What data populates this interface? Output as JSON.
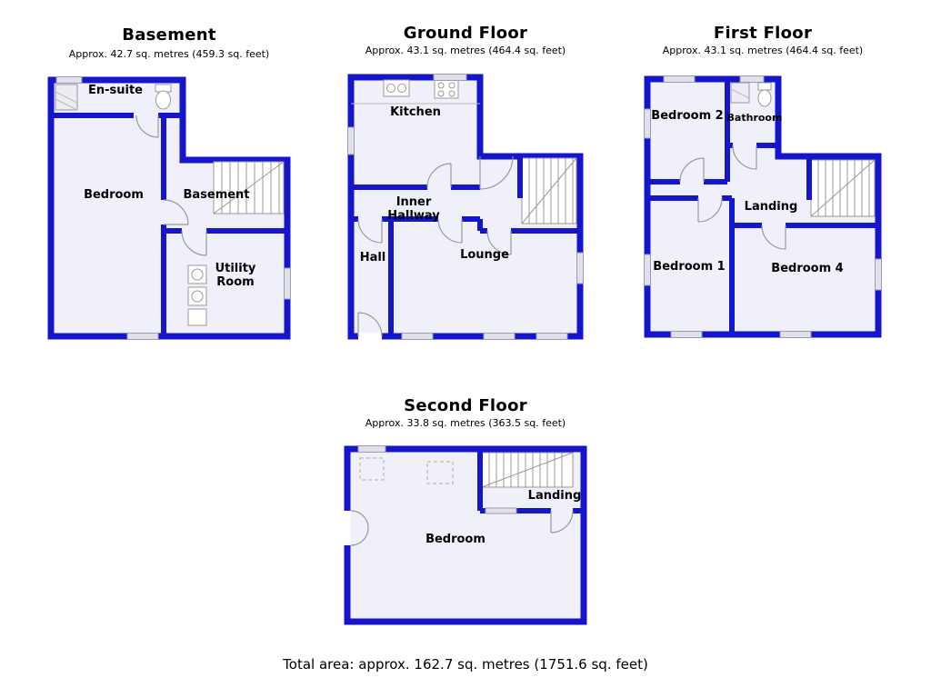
{
  "page": {
    "footer_total_area": "Total area: approx. 162.7 sq. metres (1751.6 sq. feet)"
  },
  "colors": {
    "wall_blue": "#1515cc",
    "room_fill": "#f0f0fa",
    "detail_gray": "#999999",
    "window_fill": "#e0e0ea"
  },
  "floors": {
    "basement": {
      "title": "Basement",
      "subtitle": "Approx. 42.7 sq. metres (459.3 sq. feet)",
      "rooms": {
        "ensuite": "En-suite",
        "bedroom": "Bedroom",
        "basement": "Basement",
        "utility": "Utility Room"
      }
    },
    "ground": {
      "title": "Ground Floor",
      "subtitle": "Approx. 43.1 sq. metres (464.4 sq. feet)",
      "rooms": {
        "kitchen": "Kitchen",
        "inner_hallway": "Inner Hallway",
        "hall": "Hall",
        "lounge": "Lounge"
      }
    },
    "first": {
      "title": "First Floor",
      "subtitle": "Approx. 43.1 sq. metres (464.4 sq. feet)",
      "rooms": {
        "bedroom2": "Bedroom 2",
        "bathroom": "Bathroom",
        "landing": "Landing",
        "bedroom1": "Bedroom 1",
        "bedroom4": "Bedroom 4"
      }
    },
    "second": {
      "title": "Second Floor",
      "subtitle": "Approx. 33.8 sq. metres (363.5 sq. feet)",
      "rooms": {
        "landing": "Landing",
        "bedroom": "Bedroom"
      }
    }
  }
}
